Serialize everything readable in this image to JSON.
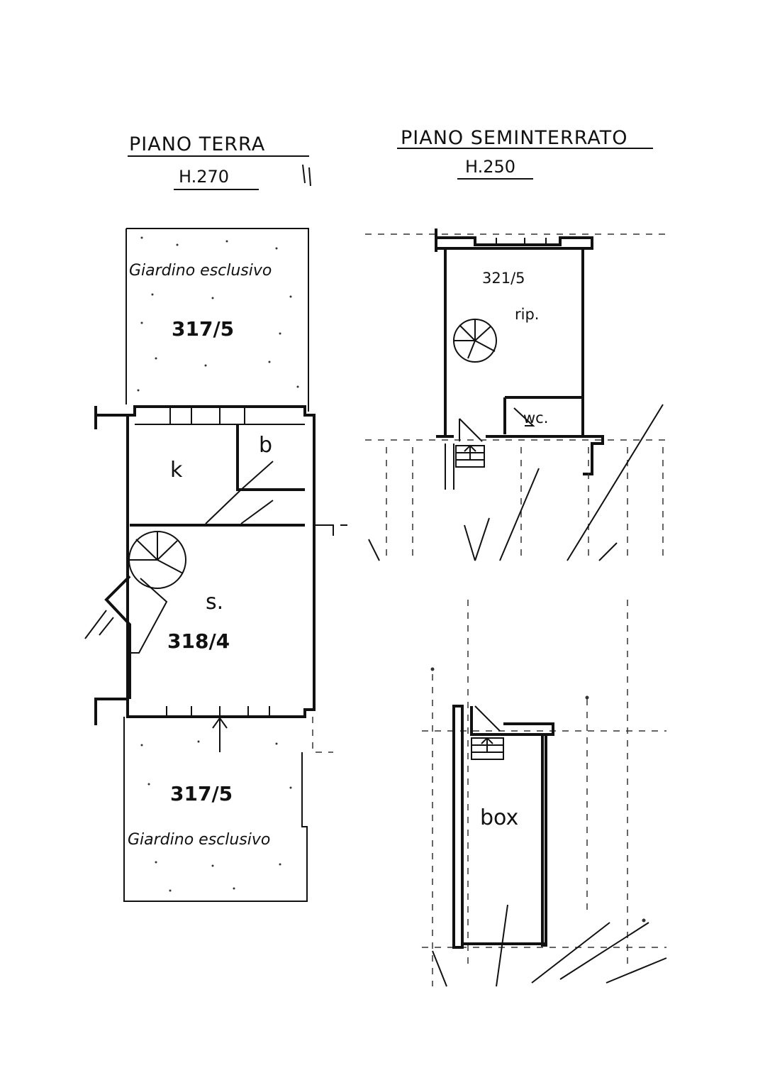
{
  "ground_floor": {
    "title": "PIANO    TERRA",
    "height": "H.270",
    "garden_top_label": "Giardino esclusivo",
    "garden_top_number": "317/5",
    "kitchen_label": "k",
    "bath_label": "b",
    "living_label": "s.",
    "living_number": "318/4",
    "garden_bottom_number": "317/5",
    "garden_bottom_label": "Giardino esclusivo"
  },
  "basement": {
    "title": "PIANO  SEMINTERRATO",
    "height": "H.250",
    "storage_number": "321/5",
    "storage_label": "rip.",
    "wc_label": "wc.",
    "garage_label": "box"
  },
  "colors": {
    "ink": "#111111",
    "paper": "#ffffff"
  }
}
